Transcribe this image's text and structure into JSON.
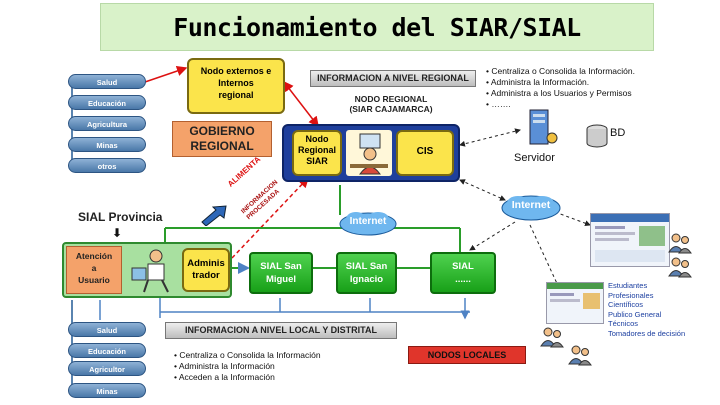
{
  "title": "Funcionamiento del SIAR/SIAL",
  "sectors_top": [
    "Salud",
    "Educación",
    "Agricultura",
    "Minas",
    "otros"
  ],
  "sectors_bottom": [
    "Salud",
    "Educación",
    "Agricultor",
    "Minas"
  ],
  "nodes_external": {
    "line1": "Nodo externos e",
    "line2": "Internos",
    "line3": "regional"
  },
  "gobierno_regional": {
    "line1": "GOBIERNO",
    "line2": "REGIONAL"
  },
  "regional_header": "INFORMACION A NIVEL REGIONAL",
  "regional_bullets": [
    "Centraliza o Consolida la Información.",
    "Administra la Información.",
    "Administra a los Usuarios y Permisos",
    "……."
  ],
  "nodo_regional_label": {
    "line1": "NODO REGIONAL",
    "line2": "(SIAR CAJAMARCA)"
  },
  "nodo_regional_siar": {
    "line1": "Nodo",
    "line2": "Regional",
    "line3": "SIAR"
  },
  "cis_label": "CIS",
  "bd_label": "BD",
  "servidor_label": "Servidor",
  "alimenta_label": "ALIMENTA",
  "informacion_procesada_label": {
    "line1": "INFORMACION",
    "line2": "PROCESADA"
  },
  "internet_center": "Internet",
  "internet_right": "Internet",
  "sial_provincia_label": "SIAL Provincia",
  "atencion_usuario": {
    "line1": "Atención",
    "line2": "a",
    "line3": "Usuario"
  },
  "administrador": {
    "line1": "Adminis",
    "line2": "trador"
  },
  "sial_nodes": [
    {
      "line1": "SIAL San",
      "line2": "Miguel"
    },
    {
      "line1": "SIAL San",
      "line2": "Ignacio"
    },
    {
      "line1": "SIAL",
      "line2": "......"
    }
  ],
  "local_header": "INFORMACION A NIVEL LOCAL Y DISTRITAL",
  "local_bullets": [
    "Centraliza o Consolida la Información",
    "Administra la Información",
    "Acceden a la Información"
  ],
  "nodos_locales": "NODOS LOCALES",
  "audience": [
    "Estudiantes",
    "Profesionales",
    "Científicos",
    "Publico General",
    "Técnicos",
    "Tomadores de decisión"
  ]
}
